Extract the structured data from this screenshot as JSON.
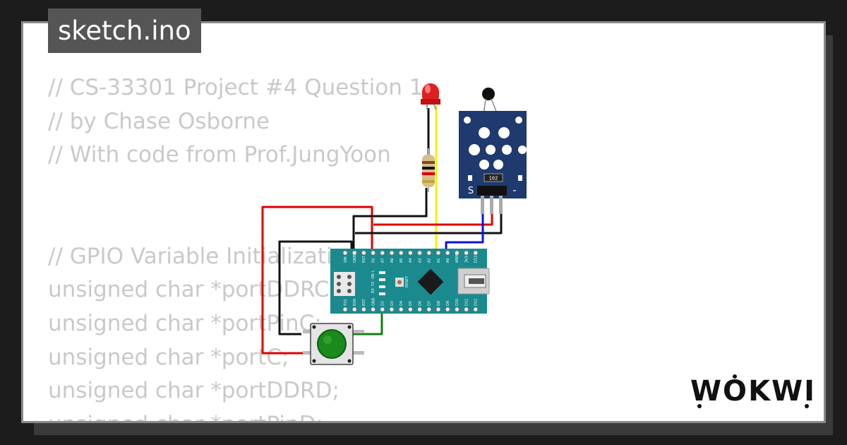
{
  "filename": "sketch.ino",
  "code_lines": [
    "// CS-33301 Project #4 Question 1",
    "// by Chase Osborne",
    "// With code from Prof.JungYoon",
    "",
    "",
    "// GPIO Variable Initialization",
    "unsigned char *portDDRC;",
    "unsigned char *portPinC;",
    "unsigned char *portC;",
    "unsigned char *portDDRD;",
    "unsigned char *portPinD;"
  ],
  "logo_text": "WOKWI",
  "sensor": {
    "s_label": "S",
    "minus_label": "-",
    "chip_label": "102"
  },
  "nano": {
    "top_pins": [
      "VIN",
      "GND",
      "RST",
      "5V",
      "A7",
      "A6",
      "A5",
      "A4",
      "A3",
      "A2",
      "A1",
      "A0",
      "AREF",
      "3V3",
      "D13"
    ],
    "bottom_pins": [
      "TX1",
      "RX0",
      "RST",
      "GND",
      "D2",
      "D3",
      "D4",
      "D5",
      "D6",
      "D7",
      "D8",
      "D9",
      "D10",
      "D11",
      "D12"
    ],
    "led_labels": [
      "TX",
      "RX",
      "ON",
      "L"
    ],
    "reset_label": "RESET"
  },
  "colors": {
    "background": "#1c1c1c",
    "card": "#ffffff",
    "filename_bg": "#555555",
    "code_text": "#c9c9c9",
    "nano_board": "#1b8a8e",
    "sensor_board": "#1f3a6e",
    "wire_red": "#e00000",
    "wire_black": "#111111",
    "wire_yellow": "#f5f500",
    "wire_blue": "#1010dd",
    "wire_green": "#108010",
    "button_cap": "#1a8a1a"
  }
}
